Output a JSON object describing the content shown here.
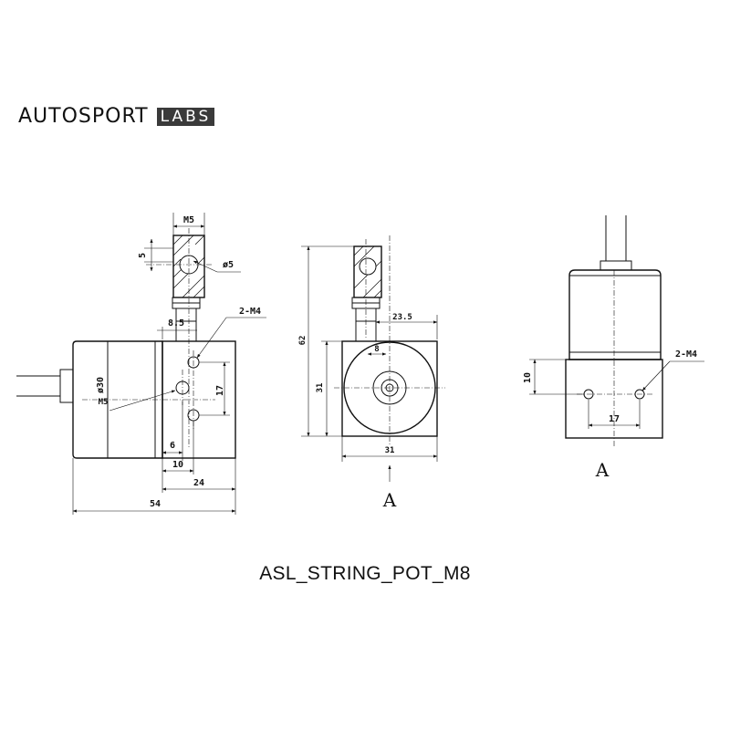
{
  "brand": {
    "name_main": "AUTOSPORT",
    "name_box": "LABS"
  },
  "drawing": {
    "part_number": "ASL_STRING_POT_M8",
    "view_label": "A",
    "side_view": {
      "dims": {
        "thread": "M5",
        "head": "5",
        "hole_dia": "ø5",
        "shank": "8.5",
        "holes": "2-M4",
        "body_dia": "ø30",
        "body_thread": "M5",
        "hole_spacing": "17",
        "offset_6": "6",
        "offset_10": "10",
        "block_len": "24",
        "overall_len": "54"
      }
    },
    "front_view": {
      "dims": {
        "height": "62",
        "offset": "23.5",
        "hub": "8",
        "block_h": "31",
        "block_w": "31"
      },
      "view_label": "A"
    },
    "view_a": {
      "dims": {
        "holes": "2-M4",
        "hole_height": "10",
        "hole_spacing": "17"
      },
      "view_label": "A"
    }
  }
}
